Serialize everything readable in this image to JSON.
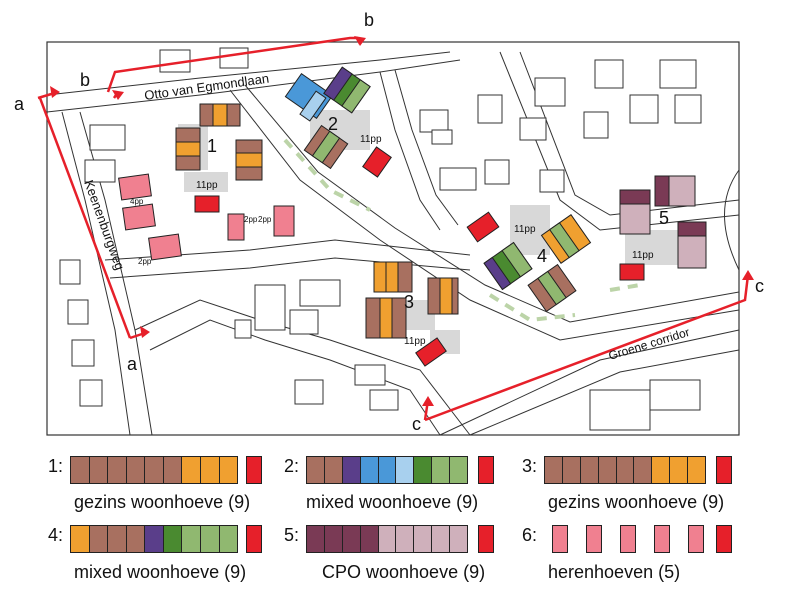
{
  "map": {
    "street_1": "Otto van Egmondlaan",
    "street_2": "Keenenburgweg",
    "corridor": "Groene corridor",
    "section_markers": [
      "a",
      "a",
      "b",
      "b",
      "c",
      "c"
    ],
    "cluster_numbers": [
      "1",
      "2",
      "3",
      "4",
      "5"
    ],
    "parking_labels": [
      "11pp",
      "11pp",
      "11pp",
      "11pp",
      "11pp"
    ],
    "small_parking_labels": [
      "4pp",
      "2pp",
      "2pp",
      "2pp"
    ]
  },
  "colors": {
    "brown": "#a87060",
    "orange": "#f0a030",
    "purple": "#5a3e8a",
    "blue_dark": "#4a98d8",
    "blue_light": "#a8d0ee",
    "green_dark": "#4a8a30",
    "green_light": "#90b870",
    "plum_dark": "#7a3a55",
    "plum_light": "#cfb0bb",
    "pink": "#f08090",
    "red": "#e6202a",
    "grey": "#d8d8d8"
  },
  "legend": [
    {
      "number": "1:",
      "label": "gezins woonhoeve (9)",
      "cells": [
        "brown",
        "brown",
        "brown",
        "brown",
        "brown",
        "brown",
        "orange",
        "orange",
        "orange"
      ]
    },
    {
      "number": "2:",
      "label": "mixed woonhoeve (9)",
      "cells": [
        "brown",
        "brown",
        "purple",
        "blue_dark",
        "blue_dark",
        "blue_light",
        "green_dark",
        "green_light",
        "green_light"
      ]
    },
    {
      "number": "3:",
      "label": "gezins woonhoeve (9)",
      "cells": [
        "brown",
        "brown",
        "brown",
        "brown",
        "brown",
        "brown",
        "orange",
        "orange",
        "orange"
      ]
    },
    {
      "number": "4:",
      "label": "mixed woonhoeve (9)",
      "cells": [
        "orange",
        "brown",
        "brown",
        "brown",
        "purple",
        "green_dark",
        "green_light",
        "green_light",
        "green_light"
      ]
    },
    {
      "number": "5:",
      "label": "CPO woonhoeve (9)",
      "cells": [
        "plum_dark",
        "plum_dark",
        "plum_dark",
        "plum_dark",
        "plum_light",
        "plum_light",
        "plum_light",
        "plum_light",
        "plum_light"
      ]
    },
    {
      "number": "6:",
      "label": "herenhoeven (5)",
      "squares": 5
    }
  ]
}
